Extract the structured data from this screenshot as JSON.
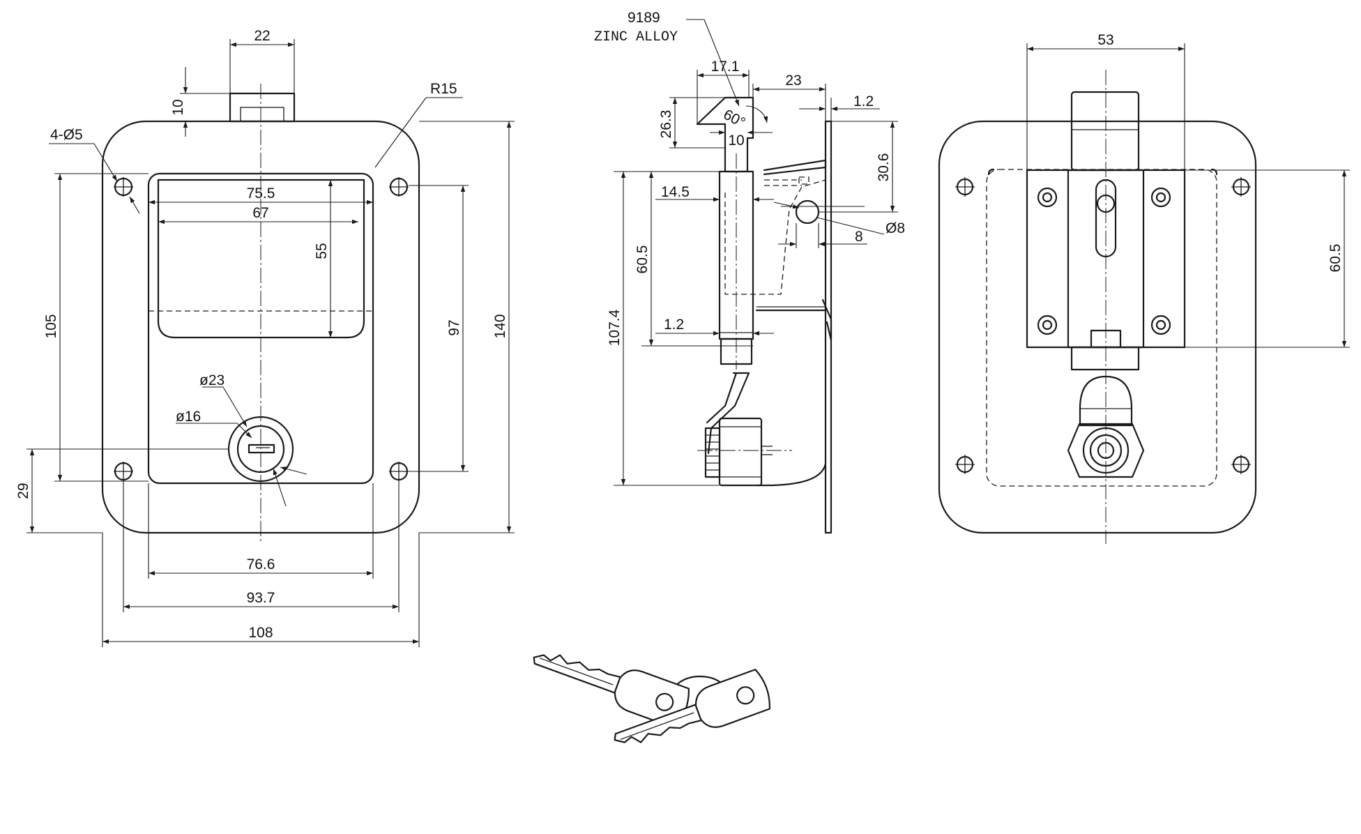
{
  "front_view": {
    "d_22": "22",
    "d_10": "10",
    "d_R15": "R15",
    "d_holes": "4-Ø5",
    "d_75_5": "75.5",
    "d_67": "67",
    "d_55": "55",
    "d_105": "105",
    "d_97": "97",
    "d_140": "140",
    "d_phi23": "ø23",
    "d_phi16": "ø16",
    "d_29": "29",
    "d_76_6": "76.6",
    "d_93_7": "93.7",
    "d_108": "108"
  },
  "side_view": {
    "part_no": "9189",
    "material": "ZINC ALLOY",
    "d_17_1": "17.1",
    "d_23": "23",
    "d_1_2_top": "1.2",
    "d_26_3": "26.3",
    "d_60deg": "60°",
    "d_10": "10",
    "d_30_6": "30.6",
    "d_14_5": "14.5",
    "d_phi8": "Ø8",
    "d_8": "8",
    "d_60_5": "60.5",
    "d_107_4": "107.4",
    "d_1_2_bottom": "1.2"
  },
  "rear_view": {
    "d_53": "53",
    "d_60_5": "60.5"
  }
}
